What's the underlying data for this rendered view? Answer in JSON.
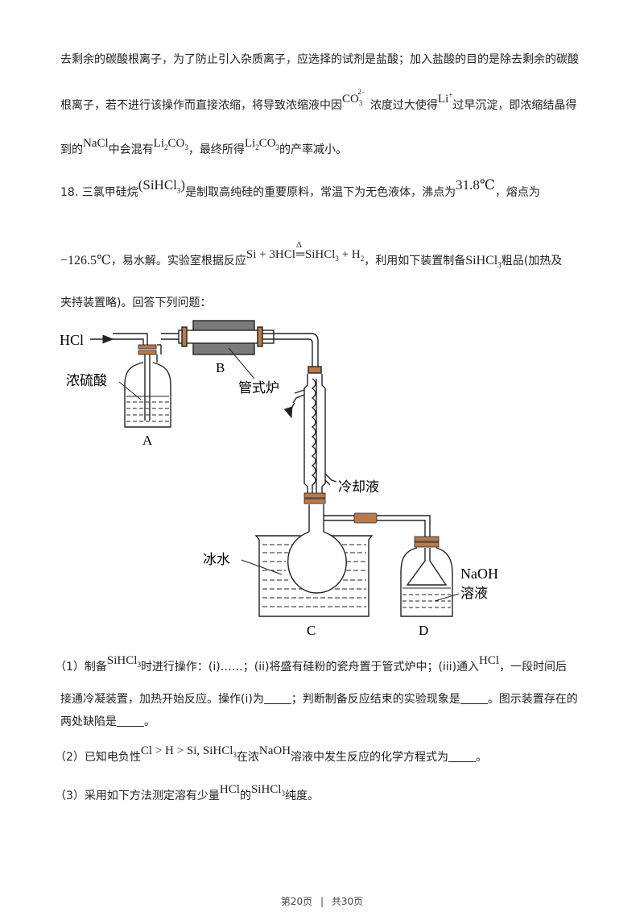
{
  "para1": {
    "l1": "去剩余的碳酸根离子，为了防止引入杂质离子，应选择的试剂是盐酸；加入盐酸的目的是除去剩余的碳酸",
    "l2_a": "根离子，若不进行该操作而直接浓缩，将导致浓缩液中因",
    "l2_co3": "CO",
    "l2_co3_sub": "3",
    "l2_co3_sup": "2−",
    "l2_b": "浓度过大使得",
    "l2_li": "Li",
    "l2_li_sup": "+",
    "l2_c": "过早沉淀，即浓缩结晶得",
    "l3_a": "到的",
    "l3_nacl": "NaCl",
    "l3_b": "中会混有",
    "l3_li2co3_1": "Li",
    "l3_li2co3_1_s1": "2",
    "l3_li2co3_1_b": "CO",
    "l3_li2co3_1_s2": "3",
    "l3_c": "，最终所得",
    "l3_li2co3_2": "Li",
    "l3_li2co3_2_s1": "2",
    "l3_li2co3_2_b": "CO",
    "l3_li2co3_2_s2": "3",
    "l3_d": "的产率减小。"
  },
  "q18": {
    "num": "18. ",
    "l1_a": "三氯甲硅烷",
    "l1_formula": "(SiHCl",
    "l1_formula_sub": "3",
    "l1_formula_close": ")",
    "l1_b": "是制取高纯硅的重要原料，常温下为无色液体，沸点为",
    "l1_bp": "31.8℃",
    "l1_c": "，熔点为",
    "l2_mp": "−126.5℃",
    "l2_a": "，易水解。实验室根据反应",
    "l2_rxn_a": "Si + 3HCl",
    "l2_rxn_delta": "Δ",
    "l2_rxn_eq": "═",
    "l2_rxn_b": "SiHCl",
    "l2_rxn_b_sub": "3",
    "l2_rxn_c": " + H",
    "l2_rxn_c_sub": "2",
    "l2_b": "，利用如下装置制备",
    "l2_sihcl3": "SiHCl",
    "l2_sihcl3_sub": "3",
    "l2_c": "粗品(加热及",
    "l3": "夹持装置略)。回答下列问题："
  },
  "diagram": {
    "hcl": "HCl",
    "acid": "浓硫酸",
    "label_a": "A",
    "label_b": "B",
    "furnace": "管式炉",
    "coolant": "冷却液",
    "icewater": "冰水",
    "label_c": "C",
    "label_d": "D",
    "naoh": "NaOH",
    "solution": "溶液"
  },
  "sub1": {
    "l1_a": "（1）制备",
    "l1_chem": "SiHCl",
    "l1_chem_sub": "3",
    "l1_b": "时进行操作：(i)……；(ii)将盛有硅粉的瓷舟置于管式炉中；(iii)通入",
    "l1_hcl": "HCl",
    "l1_c": "，一段时间后",
    "l2_a": "接通冷凝装置，加热开始反应。操作(i)为",
    "l2_b": "；判断制备反应结束的实验现象是",
    "l2_c": "。图示装置存在的",
    "l3_a": "两处缺陷是",
    "l3_b": "。"
  },
  "sub2": {
    "a": "（2）已知电负性",
    "chem": "Cl > H > Si, SiHCl",
    "chem_sub": "3",
    "b": "在浓",
    "naoh": "NaOH",
    "c": "溶液中发生反应的化学方程式为",
    "d": "。"
  },
  "sub3": {
    "a": "（3）采用如下方法测定溶有少量",
    "hcl": "HCl",
    "b": "的",
    "chem": "SiHCl",
    "chem_sub": "3",
    "c": "纯度。"
  },
  "footer": {
    "page": "第20页",
    "sep": "|",
    "total": "共30页"
  }
}
